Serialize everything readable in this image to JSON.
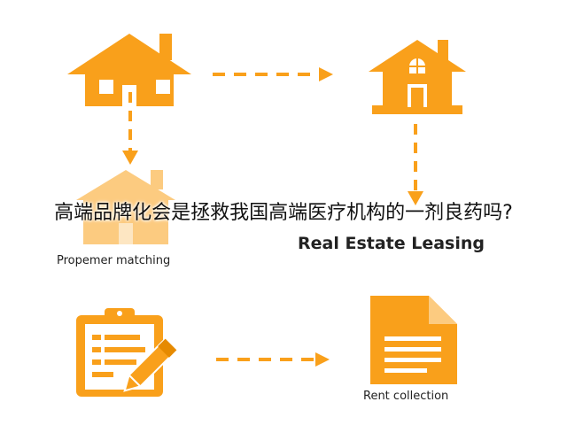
{
  "colors": {
    "accent": "#F9A01B",
    "accent_light": "#FCCB80",
    "accent_dark": "#E68A00",
    "text": "#222222",
    "background": "#FFFFFF"
  },
  "labels": {
    "matching": "Propemer matching",
    "leasing": "Real Estate Leasing",
    "rent": "Rent collection"
  },
  "overlay_caption": "高端品牌化会是拯救我国高端医疗机构的一剂良药吗?",
  "icons": [
    "house-icon",
    "house-window-icon",
    "house-faded-icon",
    "clipboard-pencil-icon",
    "document-icon"
  ]
}
